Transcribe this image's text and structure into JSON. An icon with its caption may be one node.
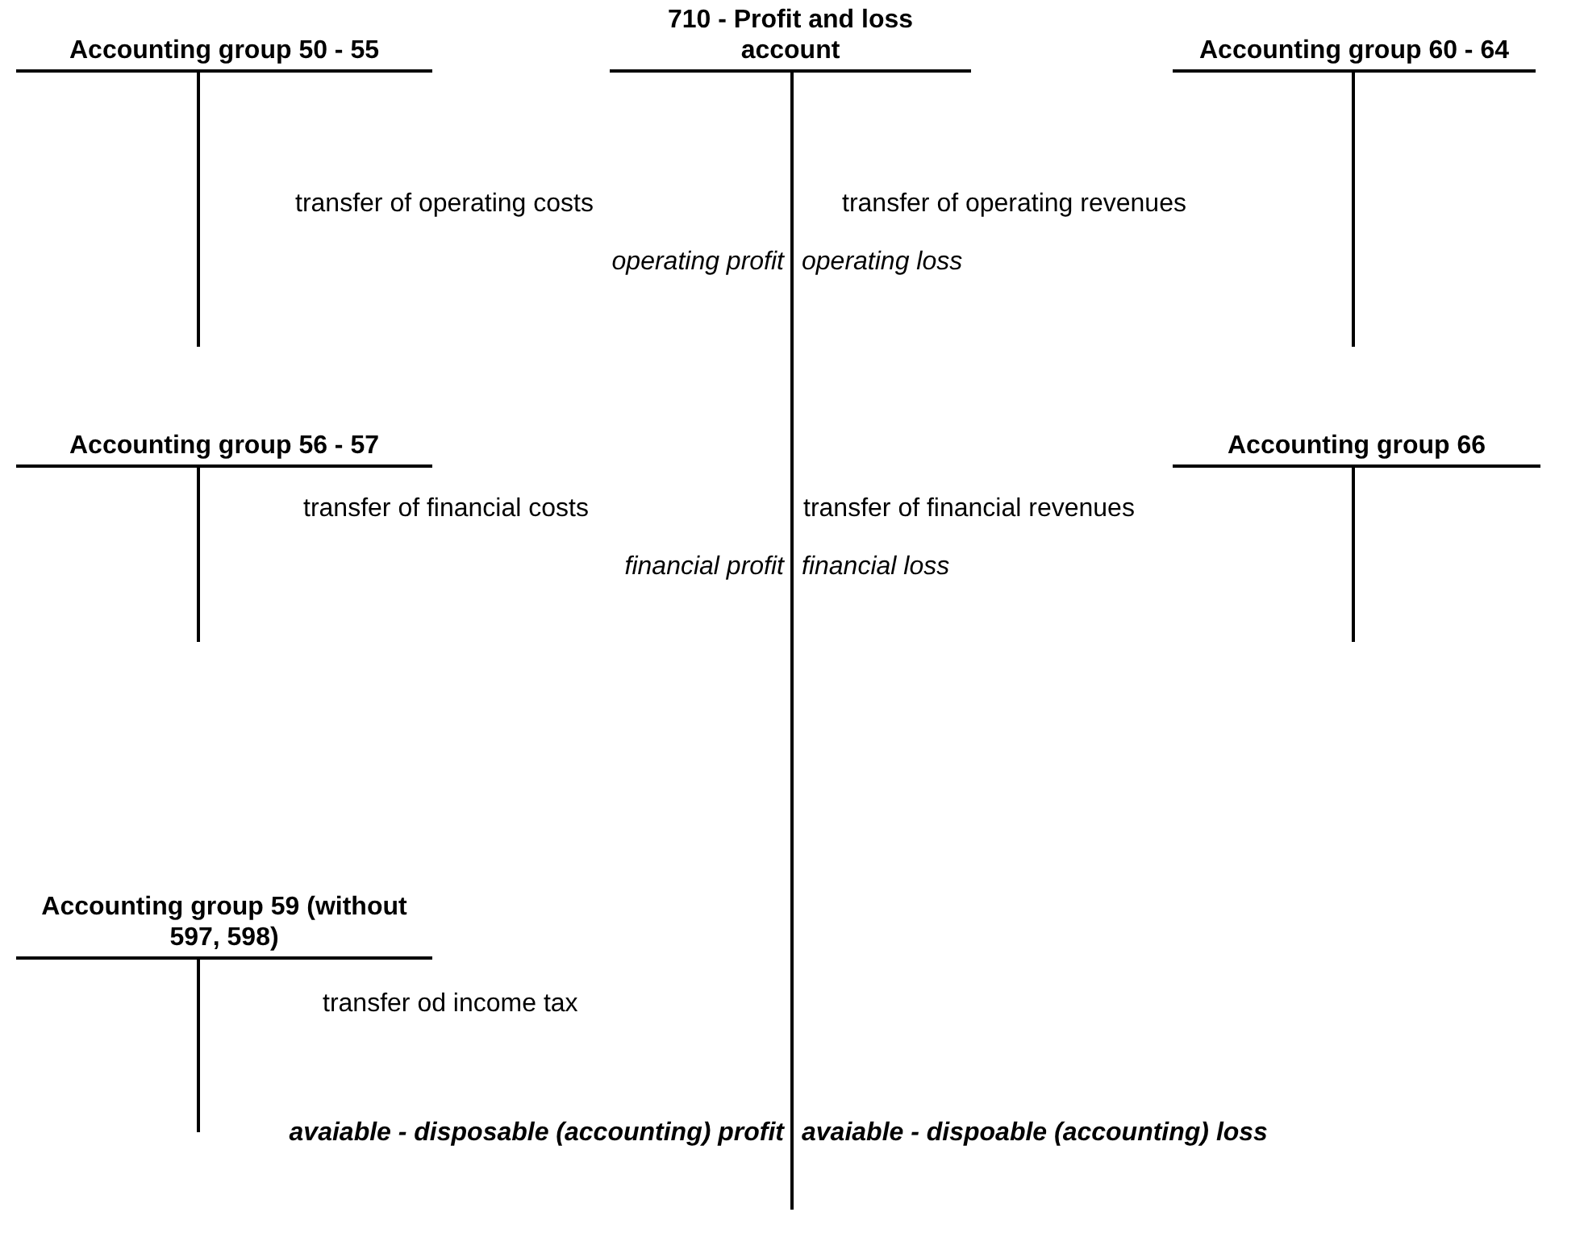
{
  "diagram": {
    "nodes": [
      {
        "text": [
          "710 - Profit and loss account"
        ]
      },
      {
        "text": [
          "Accounting group 50 - 55"
        ]
      },
      {
        "text": [
          "Accounting group 60 - 64"
        ]
      },
      {
        "text": [
          "Accounting group 56 - 57"
        ]
      },
      {
        "text": [
          "Accounting group 66"
        ]
      },
      {
        "text": [
          "Accounting group 59 (without 597, 598)"
        ]
      }
    ],
    "edges": [],
    "labels": [
      "transfer of operating costs",
      "transfer of operating revenues",
      "operating profit",
      "operating loss",
      "transfer of financial costs",
      "transfer of financial revenues",
      "financial profit",
      "financial loss",
      "transfer od income tax",
      "avaiable - disposable (accounting) profit",
      "avaiable - dispoable (accounting) loss"
    ]
  }
}
